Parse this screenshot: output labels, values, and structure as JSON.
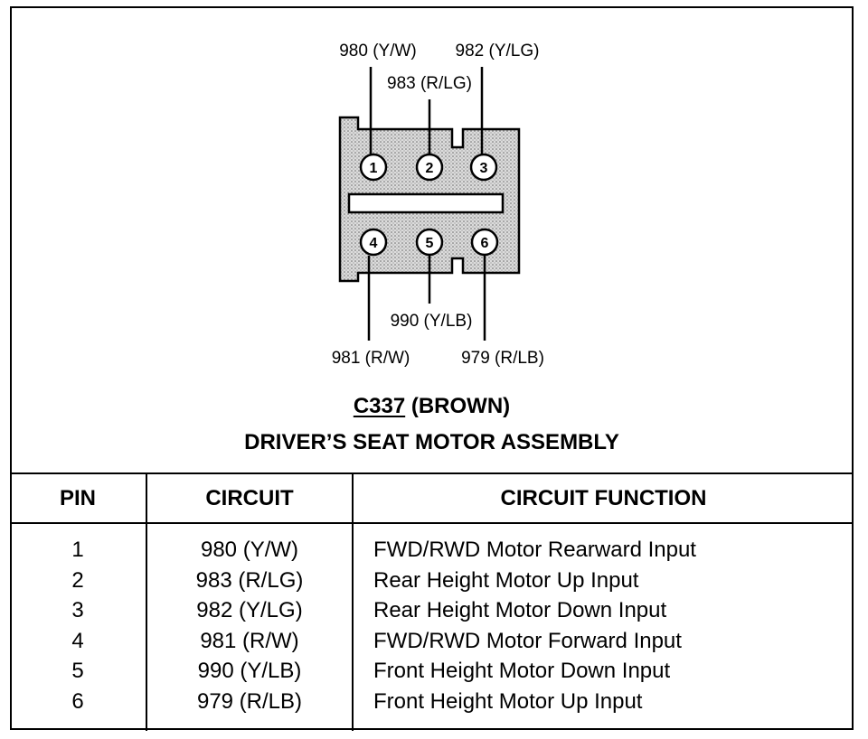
{
  "connector": {
    "code": "C337",
    "color_label": "(BROWN)",
    "assembly_name": "DRIVER’S SEAT MOTOR ASSEMBLY"
  },
  "pin_numbers": [
    "1",
    "2",
    "3",
    "4",
    "5",
    "6"
  ],
  "wire_labels": {
    "pin1": "980 (Y/W)",
    "pin2": "983 (R/LG)",
    "pin3": "982 (Y/LG)",
    "pin4": "981 (R/W)",
    "pin5": "990 (Y/LB)",
    "pin6": "979 (R/LB)"
  },
  "table": {
    "headers": {
      "pin": "PIN",
      "circuit": "CIRCUIT",
      "function": "CIRCUIT FUNCTION"
    },
    "rows": [
      {
        "pin": "1",
        "circuit": "980 (Y/W)",
        "function": "FWD/RWD Motor Rearward Input"
      },
      {
        "pin": "2",
        "circuit": "983 (R/LG)",
        "function": "Rear Height Motor Up Input"
      },
      {
        "pin": "3",
        "circuit": "982 (Y/LG)",
        "function": "Rear Height Motor Down Input"
      },
      {
        "pin": "4",
        "circuit": "981 (R/W)",
        "function": "FWD/RWD Motor Forward Input"
      },
      {
        "pin": "5",
        "circuit": "990 (Y/LB)",
        "function": "Front Height Motor Down Input"
      },
      {
        "pin": "6",
        "circuit": "979 (R/LB)",
        "function": "Front Height Motor Up Input"
      }
    ]
  }
}
